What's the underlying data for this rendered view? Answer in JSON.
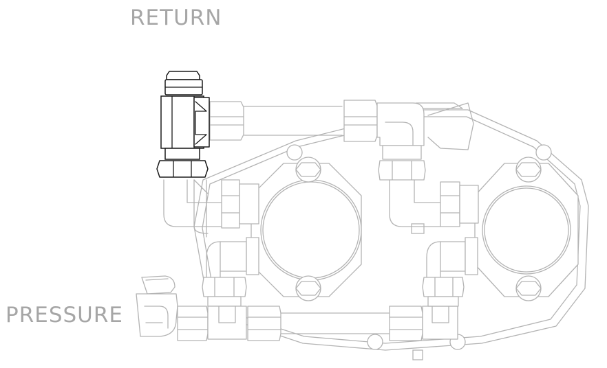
{
  "labels": {
    "return": "RETURN",
    "pressure": "PRESSURE"
  },
  "colors": {
    "label_text": "#a6a6a6",
    "component_outline": "#b3b3b3",
    "highlighted_fitting": "#1a1a1a",
    "background": "#ffffff"
  },
  "highlighted_component": "return-tee-fitting"
}
